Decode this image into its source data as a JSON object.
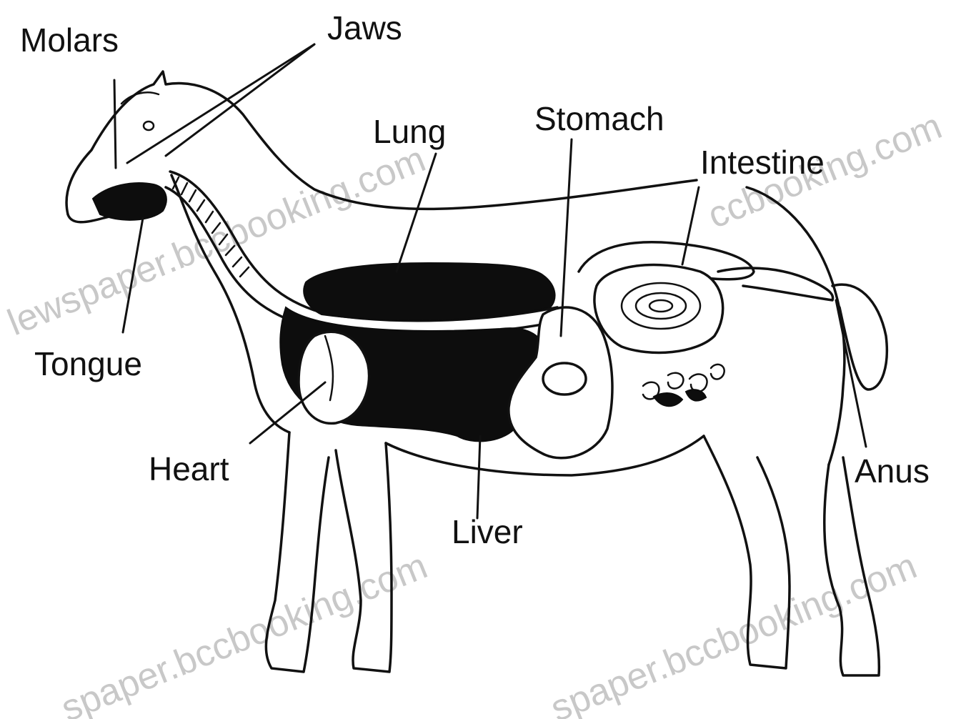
{
  "labels": {
    "molars": "Molars",
    "jaws": "Jaws",
    "lung": "Lung",
    "stomach": "Stomach",
    "intestine": "Intestine",
    "tongue": "Tongue",
    "heart": "Heart",
    "liver": "Liver",
    "anus": "Anus"
  },
  "watermarks": {
    "upper_left": "lewspaper.bccbooking.com",
    "upper_right": "ccbooking.com",
    "lower_left": "spaper.bccbooking.com",
    "lower_right": "spaper.bccbooking.com"
  },
  "colors": {
    "ink": "#111111",
    "organ_fill": "#0d0d0d",
    "watermark": "#c8c8c8",
    "background": "#ffffff"
  }
}
